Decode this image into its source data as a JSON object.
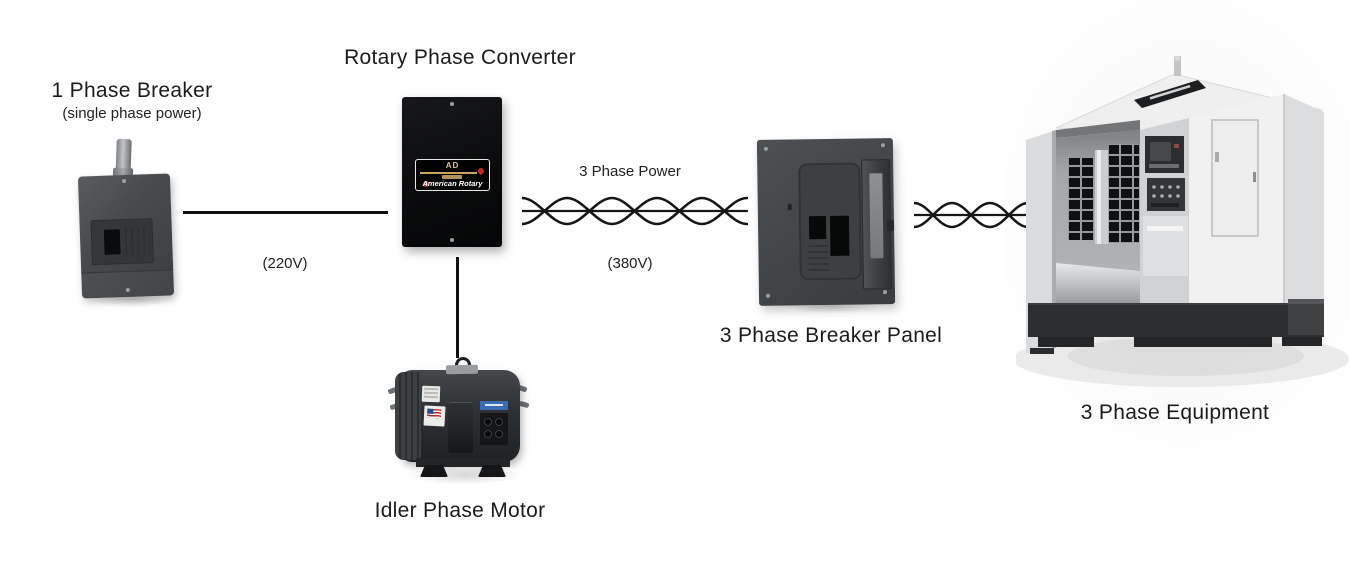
{
  "labels": {
    "breaker1_title": "1 Phase Breaker",
    "breaker1_subtitle": "(single phase power)",
    "converter_title": "Rotary Phase Converter",
    "wire1_label": "3 Phase Power",
    "line1_voltage": "(220V)",
    "wire1_voltage": "(380V)",
    "panel_title": "3 Phase Breaker Panel",
    "equipment_title": "3 Phase Equipment",
    "motor_title": "Idler Phase Motor"
  },
  "converter_plate": {
    "model": "AD",
    "brand": "American Rotary"
  },
  "colors": {
    "text": "#1b1b1b",
    "connection_line": "#101010",
    "wire": "#161616",
    "plate_gold": "#c8a35c",
    "brand_red": "#c62828",
    "motor_label_blue": "#3a6cb0"
  }
}
